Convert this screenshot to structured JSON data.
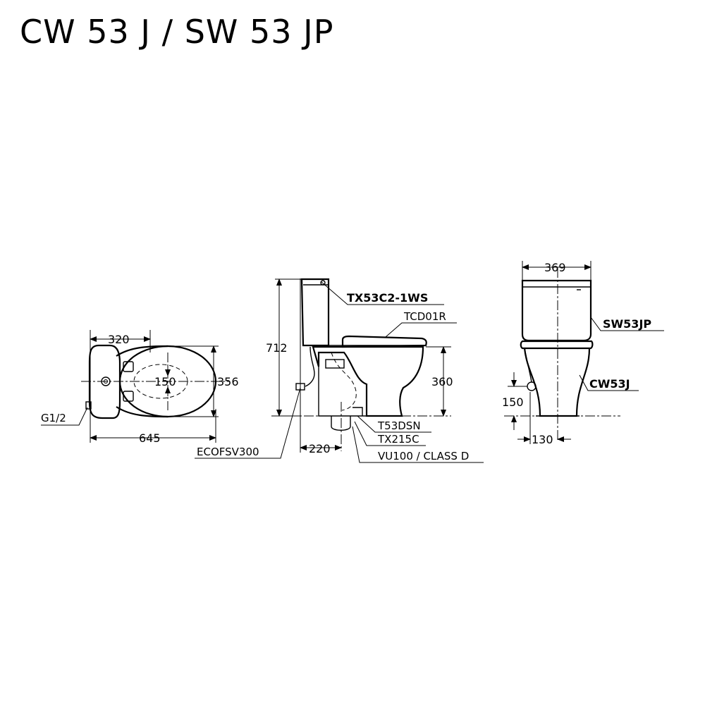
{
  "title": "CW 53 J / SW 53 JP",
  "top_view": {
    "dims": {
      "width_top": "320",
      "center": "150",
      "depth": "356",
      "length": "645"
    },
    "inlet_label": "G1/2"
  },
  "side_view": {
    "dims": {
      "height": "712",
      "seat_height": "360",
      "wall_to_outlet": "220"
    },
    "parts": {
      "tank": "TX53C2-1WS",
      "seat": "TCD01R",
      "valve": "ECOFSV300",
      "flange": "T53DSN",
      "gasket": "TX215C",
      "class": "VU100 / CLASS D"
    }
  },
  "front_view": {
    "dims": {
      "width": "369",
      "inlet_height": "150",
      "base_width": "130"
    },
    "labels": {
      "tank": "SW53JP",
      "bowl": "CW53J"
    }
  }
}
